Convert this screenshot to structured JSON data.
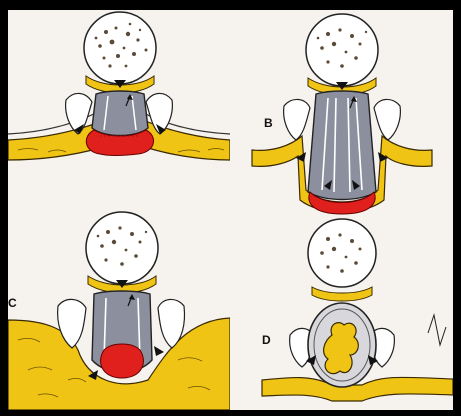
{
  "panels": [
    {
      "id": "A",
      "label": ""
    },
    {
      "id": "B",
      "label": "B"
    },
    {
      "id": "C",
      "label": "C"
    },
    {
      "id": "D",
      "label": "D"
    }
  ],
  "colors": {
    "fat": "#f0c414",
    "fat_outline": "#3a2a00",
    "bone": "#ffffff",
    "bone_speckle": "#5a4a3a",
    "sac": "#8c909e",
    "sac_outline": "#222222",
    "lesion": "#e0201c",
    "page_background": "#f6f3ee",
    "frame": "#000000"
  }
}
